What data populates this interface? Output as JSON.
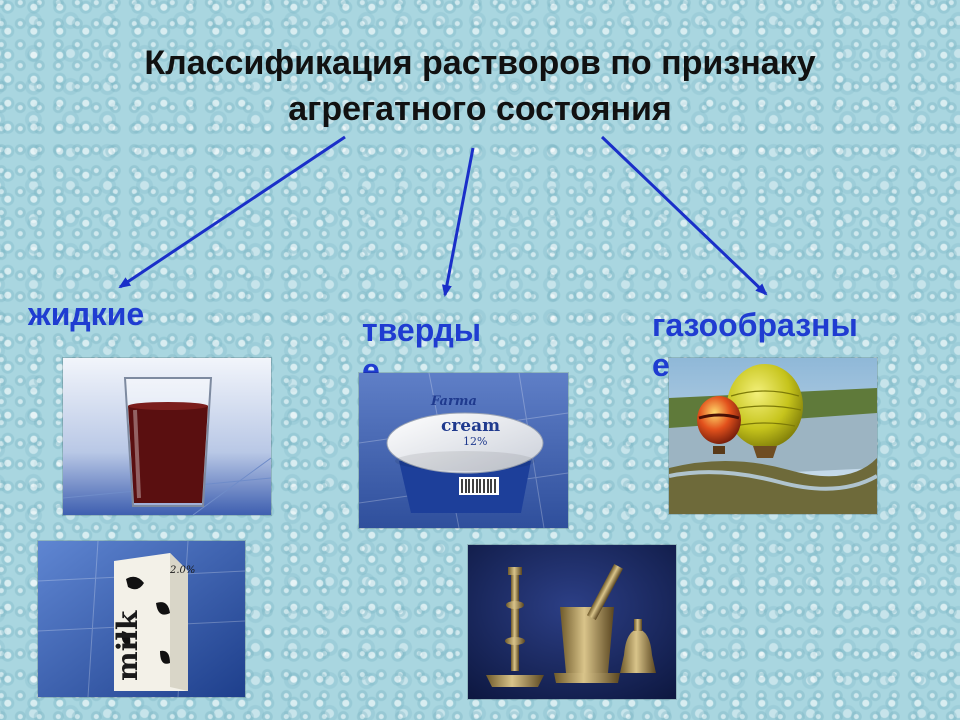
{
  "title": {
    "line1": "Классификация растворов по признаку",
    "line2": "агрегатного состояния"
  },
  "categories": {
    "liquid": "жидкие",
    "solid_line1": "тверды",
    "solid_line2": "е",
    "gas_line1": "газообразны",
    "gas_line2": "е"
  },
  "photo_text": {
    "cream_brand": "Farma",
    "cream_word": "cream",
    "cream_fat": "12%",
    "milk_word": "milk",
    "milk_fat": "2.0%"
  },
  "colors": {
    "arrow": "#1a2fc9",
    "label": "#1f3cd1",
    "background": "#a9d6e0"
  },
  "icons": [
    "glass-of-liquid-photo",
    "milk-carton-photo",
    "cream-cup-photo",
    "metal-objects-photo",
    "hot-air-balloons-photo"
  ]
}
